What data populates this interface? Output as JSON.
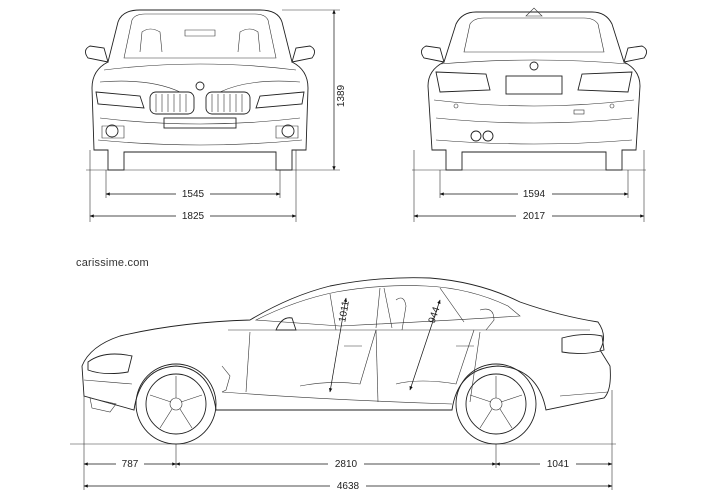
{
  "watermark": "carissime.com",
  "dimensions": {
    "height": "1389",
    "front_track": "1545",
    "front_width": "1825",
    "rear_track": "1594",
    "rear_width": "2017",
    "headroom_front": "1011",
    "headroom_rear": "944",
    "front_overhang": "787",
    "wheelbase": "2810",
    "rear_overhang": "1041",
    "length": "4638"
  }
}
